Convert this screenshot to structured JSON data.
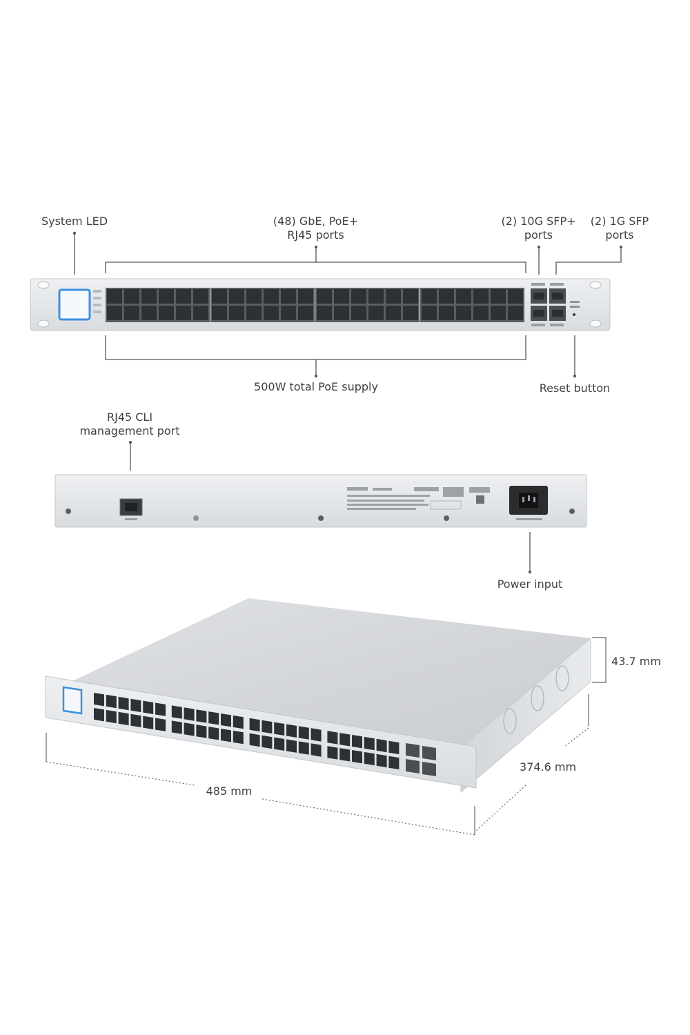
{
  "labels": {
    "system_led": "System LED",
    "gbe_ports_line1": "(48) GbE, PoE+",
    "gbe_ports_line2": "RJ45 ports",
    "sfp_plus_line1": "(2) 10G SFP+",
    "sfp_plus_line2": "ports",
    "sfp_line1": "(2) 1G SFP",
    "sfp_line2": "ports",
    "poe_supply": "500W total PoE supply",
    "reset_button": "Reset button",
    "cli_line1": "RJ45 CLI",
    "cli_line2": "management port",
    "power_input": "Power input"
  },
  "dimensions": {
    "height": "43.7 mm",
    "depth": "374.6 mm",
    "width": "485 mm"
  },
  "colors": {
    "chassis": "#e4e6e8",
    "chassis_edge": "#c9cccf",
    "port_dark": "#2e3134",
    "led_blue": "#3d8fe0",
    "leader_line": "#555555"
  }
}
